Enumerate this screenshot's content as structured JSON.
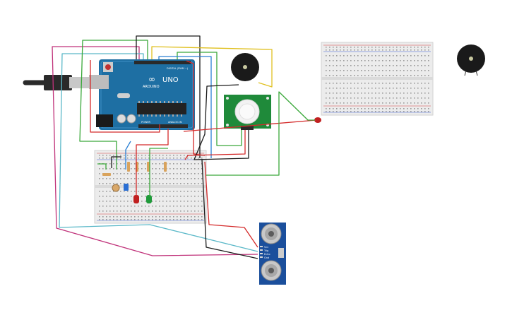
{
  "arduino": {
    "brand": "ARDUINO",
    "model": "UNO",
    "logo_mark": "∞",
    "header_digital": "DIGITAL (PWM ~)",
    "header_power": "POWER",
    "header_analog": "ANALOG IN",
    "board_color": "#1e6fa3"
  },
  "pir": {
    "board_color": "#1f8a3a"
  },
  "ultrasonic": {
    "board_color": "#1b4f9c",
    "pins": [
      "Vcc",
      "Trig",
      "Echo",
      "Gnd"
    ]
  },
  "components": {
    "buzzers": 2,
    "leds": [
      "red",
      "green",
      "red"
    ],
    "breadboards": 2
  },
  "colors": {
    "wire_red": "#d42a2a",
    "wire_black": "#1a1a1a",
    "wire_green": "#3aa83a",
    "wire_yellow": "#e0c020",
    "wire_blue": "#2a7fd4",
    "wire_magenta": "#c0327a",
    "wire_cyan": "#5ab8c8",
    "breadboard": "#ececec"
  }
}
